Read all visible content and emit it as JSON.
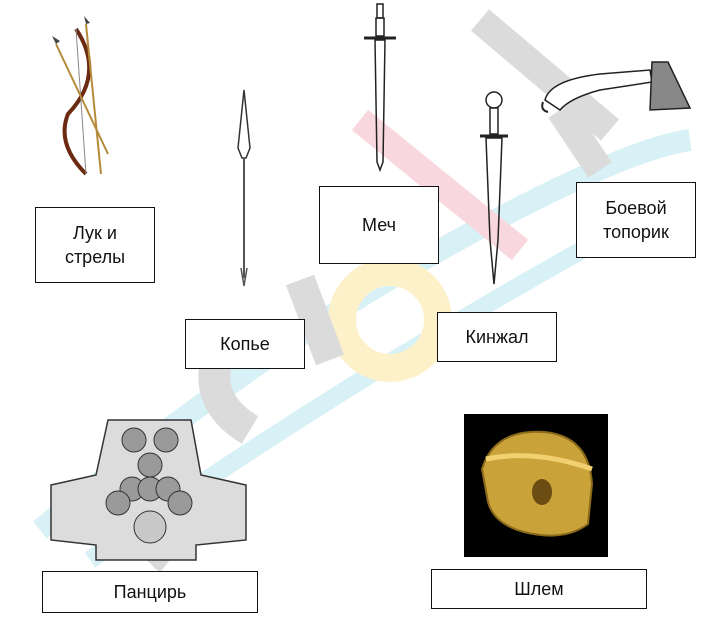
{
  "labels": {
    "bow": "Лук и\nстрелы",
    "spear": "Копье",
    "sword": "Меч",
    "dagger": "Кинжал",
    "axe": "Боевой\nтопорик",
    "armor": "Панцирь",
    "helmet": "Шлем"
  },
  "icons": {
    "bow": "bow-and-arrows-icon",
    "spear": "spear-icon",
    "sword": "sword-icon",
    "dagger": "dagger-icon",
    "axe": "battle-axe-icon",
    "armor": "armor-icon",
    "helmet": "helmet-icon"
  },
  "colors": {
    "watermark_gray": "#bfbfbf",
    "watermark_pink": "#f5b8c4",
    "watermark_yellow": "#fde6a0",
    "watermark_blue": "#b8e6ef"
  }
}
